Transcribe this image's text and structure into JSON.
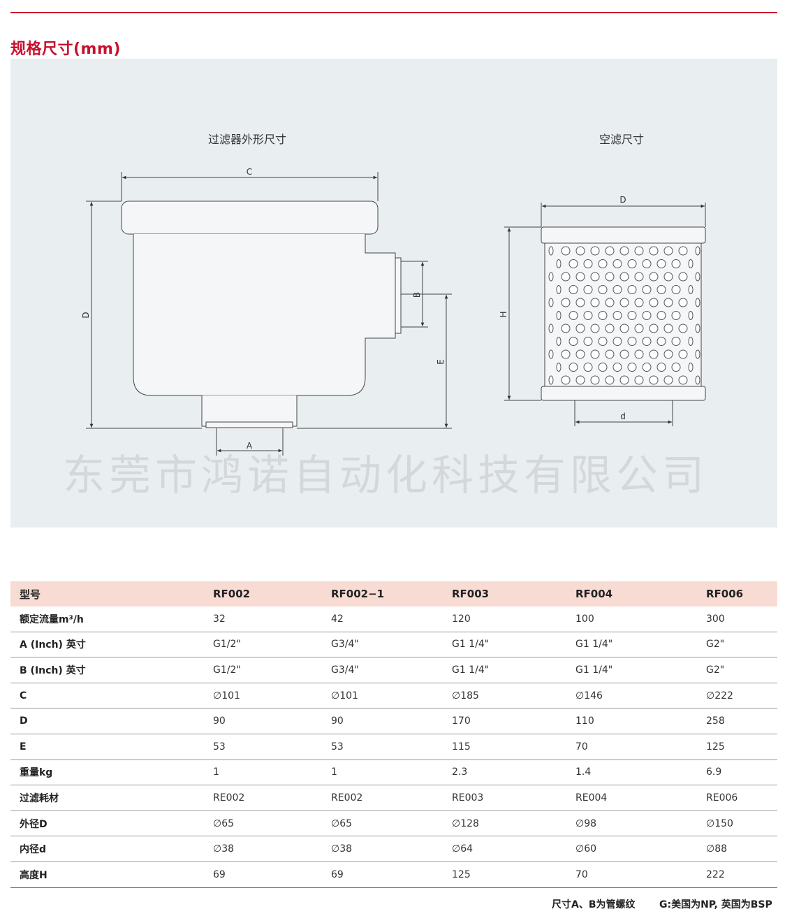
{
  "title": "规格尺寸(mm)",
  "diagram": {
    "left_caption": "过滤器外形尺寸",
    "right_caption": "空滤尺寸",
    "dims": {
      "c": "C",
      "d": "D",
      "b": "B",
      "e": "E",
      "a": "A",
      "d2": "D",
      "h": "H",
      "d_small": "d"
    },
    "watermark": "东莞市鸿诺自动化科技有限公司"
  },
  "table": {
    "header": [
      "型号",
      "RF002",
      "RF002−1",
      "RF003",
      "RF004",
      "RF006"
    ],
    "rows": [
      {
        "label": "额定流量m³/h",
        "values": [
          "32",
          "42",
          "120",
          "100",
          "300"
        ]
      },
      {
        "label": "A (Inch) 英寸",
        "values": [
          "G1/2\"",
          "G3/4\"",
          "G1 1/4\"",
          "G1 1/4\"",
          "G2\""
        ]
      },
      {
        "label": "B (Inch) 英寸",
        "values": [
          "G1/2\"",
          "G3/4\"",
          "G1 1/4\"",
          "G1 1/4\"",
          "G2\""
        ]
      },
      {
        "label": "C",
        "values": [
          "∅101",
          "∅101",
          "∅185",
          "∅146",
          "∅222"
        ]
      },
      {
        "label": "D",
        "values": [
          "90",
          "90",
          "170",
          "110",
          "258"
        ]
      },
      {
        "label": "E",
        "values": [
          "53",
          "53",
          "115",
          "70",
          "125"
        ]
      },
      {
        "label": "重量kg",
        "values": [
          "1",
          "1",
          "2.3",
          "1.4",
          "6.9"
        ]
      },
      {
        "label": "过滤耗材",
        "values": [
          "RE002",
          "RE002",
          "RE003",
          "RE004",
          "RE006"
        ]
      },
      {
        "label": "外径D",
        "values": [
          "∅65",
          "∅65",
          "∅128",
          "∅98",
          "∅150"
        ]
      },
      {
        "label": "内径d",
        "values": [
          "∅38",
          "∅38",
          "∅64",
          "∅60",
          "∅88"
        ]
      },
      {
        "label": "高度H",
        "values": [
          "69",
          "69",
          "125",
          "70",
          "222"
        ]
      }
    ]
  },
  "footnotes": {
    "left": "尺寸A、B为管螺纹",
    "right": "G:美国为NP, 英国为BSP"
  },
  "colors": {
    "accent": "#c8102e",
    "header_bg": "#f8dcd4",
    "panel_bg": "#e9eef0"
  }
}
